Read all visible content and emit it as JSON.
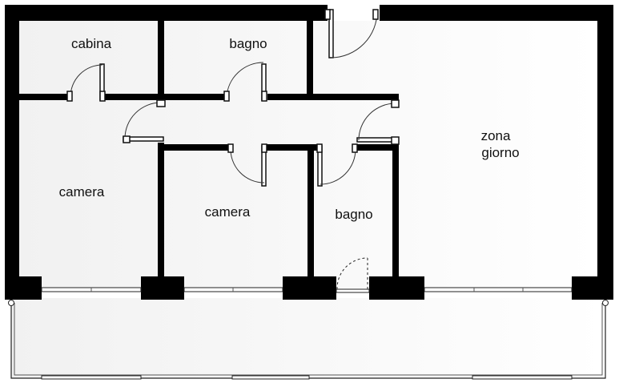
{
  "plan": {
    "rooms": [
      {
        "id": "cabina",
        "label": "cabina"
      },
      {
        "id": "bagno-top",
        "label": "bagno"
      },
      {
        "id": "zona-giorno",
        "lines": [
          "zona",
          "giorno"
        ]
      },
      {
        "id": "camera-left",
        "label": "camera"
      },
      {
        "id": "camera-center",
        "label": "camera"
      },
      {
        "id": "bagno-small",
        "label": "bagno"
      }
    ],
    "colors": {
      "wall": "#000000",
      "background": "#ffffff",
      "terrace_gradient_start": "#f3f3f3",
      "terrace_gradient_end": "#ffffff"
    }
  }
}
